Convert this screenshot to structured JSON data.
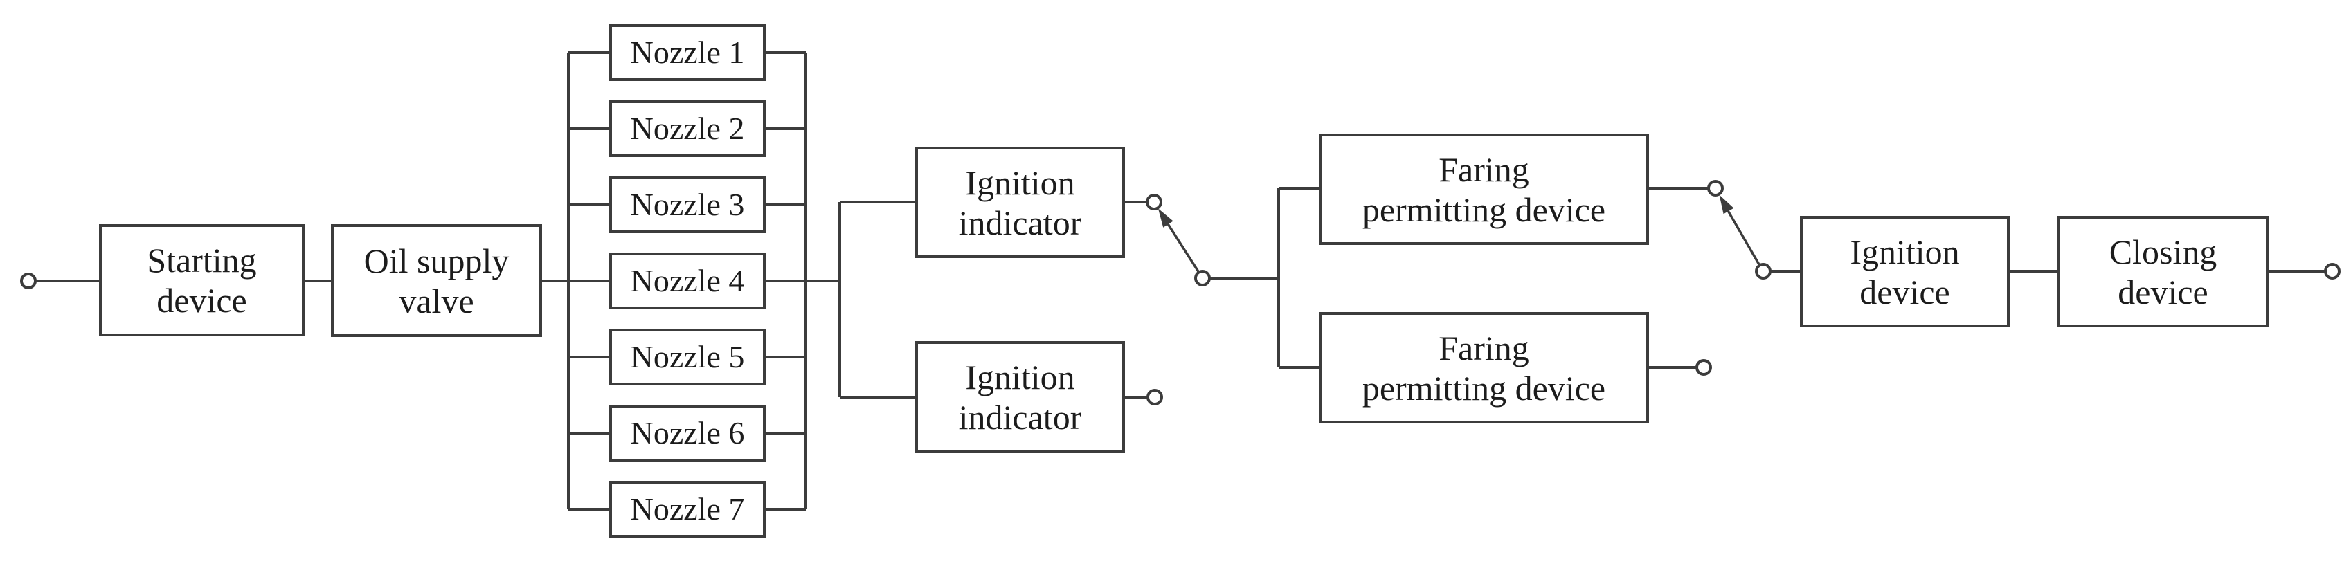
{
  "diagram": {
    "background_color": "#ffffff",
    "line_color": "#3c3c3c",
    "text_color": "#1c1c1c",
    "blocks": {
      "starting_device": {
        "line1": "Starting",
        "line2": "device"
      },
      "oil_supply_valve": {
        "line1": "Oil supply",
        "line2": "valve"
      },
      "ignition_indicator_1": {
        "line1": "Ignition",
        "line2": "indicator"
      },
      "ignition_indicator_2": {
        "line1": "Ignition",
        "line2": "indicator"
      },
      "faring_permitting_device_1": {
        "line1": "Faring",
        "line2": "permitting device"
      },
      "faring_permitting_device_2": {
        "line1": "Faring",
        "line2": "permitting device"
      },
      "ignition_device": {
        "line1": "Ignition",
        "line2": "device"
      },
      "closing_device": {
        "line1": "Closing",
        "line2": "device"
      }
    },
    "nozzles": [
      "Nozzle 1",
      "Nozzle 2",
      "Nozzle 3",
      "Nozzle 4",
      "Nozzle 5",
      "Nozzle 6",
      "Nozzle 7"
    ]
  }
}
